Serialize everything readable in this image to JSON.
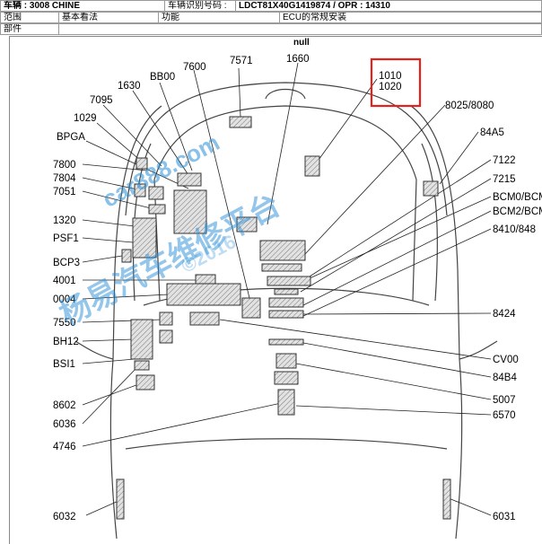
{
  "header": {
    "vehicle_label": "车辆 : 3008 CHINE",
    "vin_label": "车辆识别号码 :",
    "vin_value": "LDCT81X40G1419874 / OPR : 14310",
    "scope_label": "范围",
    "scope_value": "基本看法",
    "function_label": "功能",
    "function_value": "ECU的常规安装",
    "parts_label": "部件"
  },
  "diagram": {
    "top_label": "null",
    "highlight_labels": [
      "1010",
      "1020"
    ],
    "highlight_color": "#e8201c",
    "labels": {
      "l7600": "7600",
      "l7571": "7571",
      "l1660": "1660",
      "l1630": "1630",
      "lBB00": "BB00",
      "l7095": "7095",
      "l1029": "1029",
      "lBPGA": "BPGA",
      "l7800": "7800",
      "l7804": "7804",
      "l7051": "7051",
      "l1320": "1320",
      "lPSF1": "PSF1",
      "lBCP3": "BCP3",
      "l4001": "4001",
      "l0004": "0004",
      "l7550": "7550",
      "lBH12": "BH12",
      "lBSI1": "BSI1",
      "l8602": "8602",
      "l6036": "6036",
      "l4746": "4746",
      "l6032": "6032",
      "l8025": "8025/8080",
      "l84A5": "84A5",
      "l7122": "7122",
      "l7215": "7215",
      "lBCM0": "BCM0/BCM",
      "lBCM2": "BCM2/BCM",
      "l8410": "8410/848",
      "l8424": "8424",
      "lCV00": "CV00",
      "l84B4": "84B4",
      "l5007": "5007",
      "l6570": "6570",
      "l6031": "6031"
    }
  },
  "watermark": {
    "text1": "car888.com",
    "text2": "杨易汽车维修平台",
    "text3": "©2016",
    "color": "#2a8fd6"
  }
}
